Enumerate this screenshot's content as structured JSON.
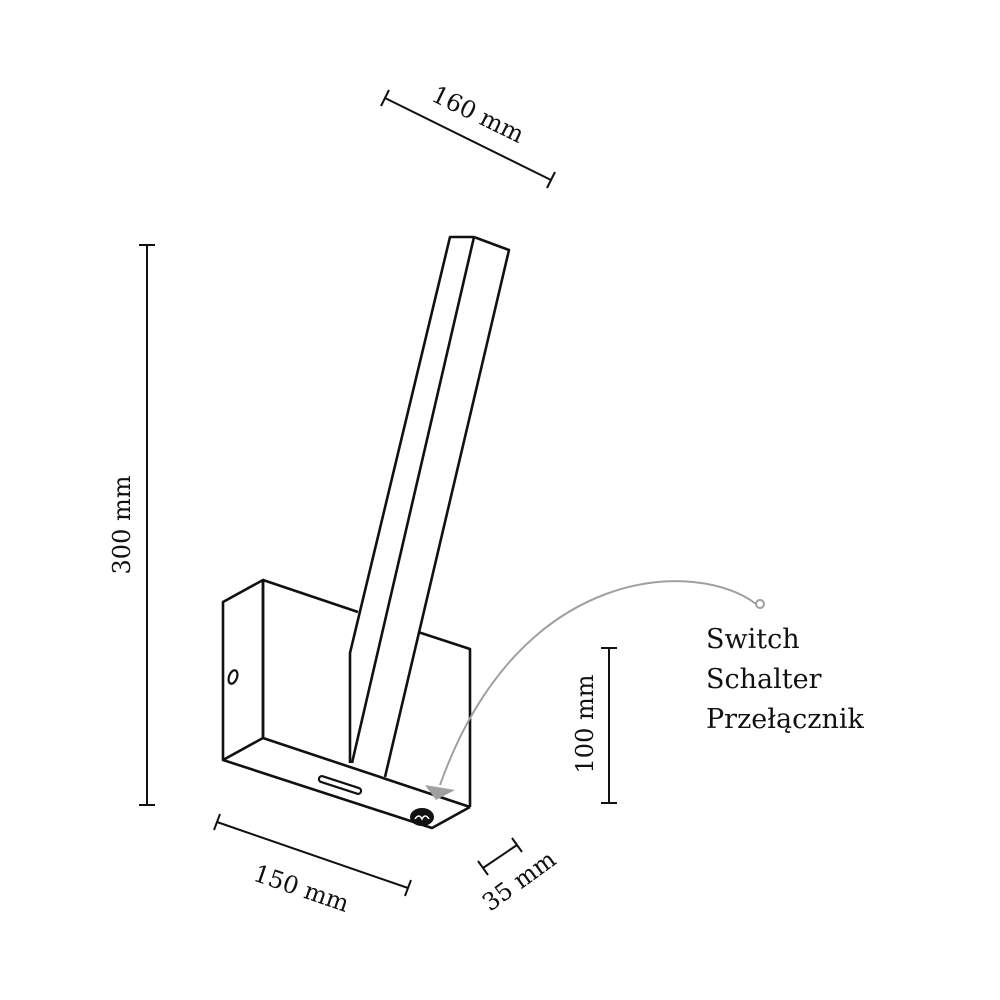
{
  "dimensions": {
    "bar_length": "160 mm",
    "height": "300 mm",
    "base_width": "150 mm",
    "base_depth": "35 mm",
    "base_height": "100 mm"
  },
  "callout": {
    "labels": [
      "Switch",
      "Schalter",
      "Przełącznik"
    ],
    "arrow_color": "#a0a0a0"
  }
}
